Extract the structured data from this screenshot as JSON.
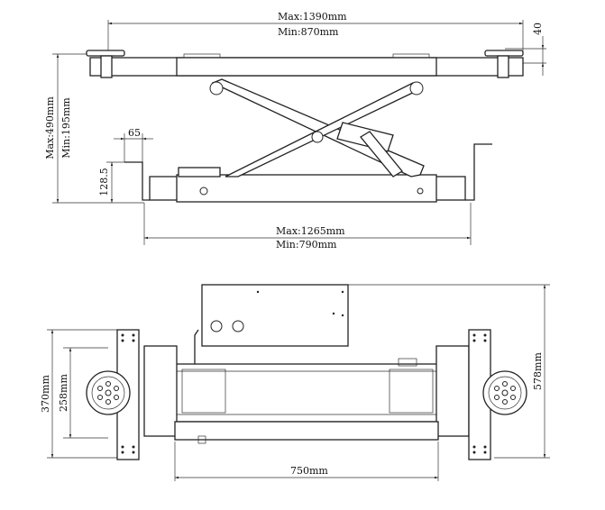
{
  "side_view": {
    "max_height": "Max:490mm",
    "min_height": "Min:195mm",
    "top_max_length": "Max:1390mm",
    "top_min_length": "Min:870mm",
    "pad_height": "40",
    "arm_width": "65",
    "base_height": "128.5",
    "bottom_max_length": "Max:1265mm",
    "bottom_min_length": "Min:790mm"
  },
  "top_view": {
    "inner_width": "258mm",
    "outer_width": "370mm",
    "total_width": "578mm",
    "length": "750mm"
  }
}
